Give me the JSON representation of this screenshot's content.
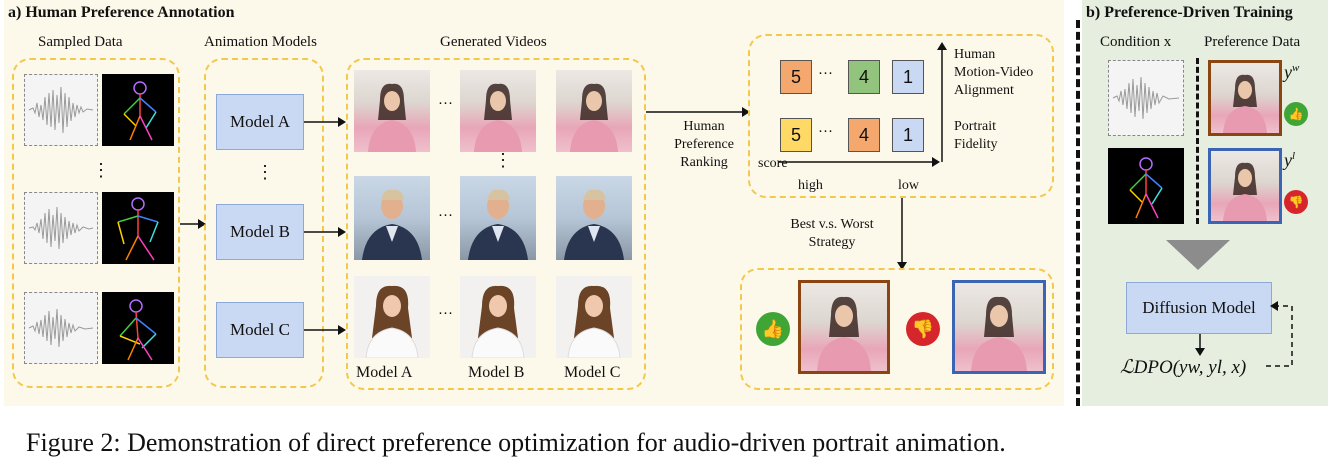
{
  "section_a": {
    "title": "a) Human Preference Annotation",
    "sampled_data_label": "Sampled Data",
    "animation_models_label": "Animation Models",
    "generated_videos_label": "Generated Videos",
    "models": [
      "Model A",
      "Model B",
      "Model C"
    ],
    "column_labels": [
      "Model A",
      "Model B",
      "Model C"
    ],
    "ellipsis_h": "···",
    "ellipsis_v": "⋮",
    "human_preference_ranking": [
      "Human",
      "Preference",
      "Ranking"
    ],
    "ranking": {
      "row1": [
        "5",
        "4",
        "1"
      ],
      "row2": [
        "5",
        "4",
        "1"
      ],
      "score_label": "score",
      "high_label": "high",
      "low_label": "low",
      "criteria_1": [
        "Human",
        "Motion-Video",
        "Alignment"
      ],
      "criteria_2": [
        "Portrait",
        "Fidelity"
      ]
    },
    "strategy": [
      "Best v.s. Worst",
      "Strategy"
    ]
  },
  "section_b": {
    "title": "b) Preference-Driven Training",
    "condition_label": "Condition x",
    "preference_label": "Preference Data",
    "yw": "y",
    "yw_sup": "w",
    "yl": "y",
    "yl_sup": "l",
    "diffusion_model": "Diffusion Model",
    "loss": "ℒDPO(yw, yl, x)"
  },
  "caption": "Figure 2: Demonstration of direct preference optimization for audio-driven portrait animation.",
  "colors": {
    "orange": "#f4a86e",
    "green": "#93c47d",
    "blue": "#c9d8f3",
    "yellow": "#ffd966",
    "good": "#3fa535",
    "bad": "#d6262c"
  }
}
